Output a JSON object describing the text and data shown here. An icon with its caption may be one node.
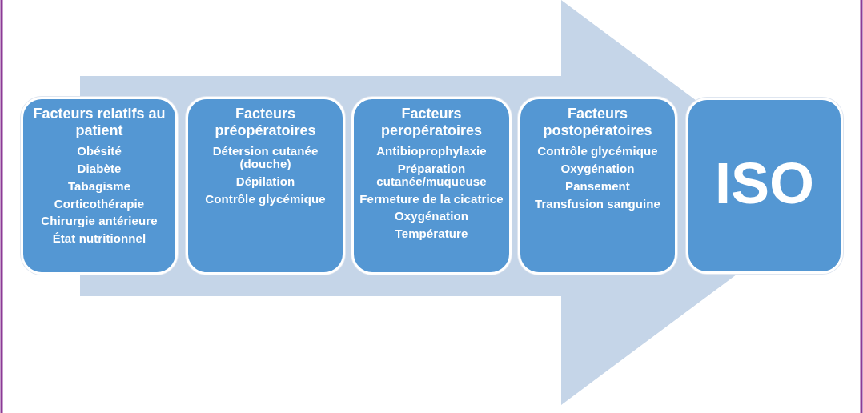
{
  "diagram": {
    "nodes": [
      {
        "text": [
          "Facteurs relatifs au patient",
          "Obésité",
          "Diabète",
          "Tabagisme",
          "Corticothérapie",
          "Chirurgie antérieure",
          "État nutritionnel"
        ]
      },
      {
        "text": [
          "Facteurs préopératoires",
          "Détersion cutanée (douche)",
          "Dépilation",
          "Contrôle glycémique"
        ]
      },
      {
        "text": [
          "Facteurs peropératoires",
          "Antibioprophylaxie",
          "Préparation cutanée/muqueuse",
          "Fermeture de la cicatrice",
          "Oxygénation",
          "Température"
        ]
      },
      {
        "text": [
          "Facteurs postopératoires",
          "Contrôle glycémique",
          "Oxygénation",
          "Pansement",
          "Transfusion sanguine"
        ]
      },
      {
        "text": [
          "ISO"
        ]
      }
    ],
    "edges": [
      {
        "from": 0,
        "to": 4,
        "arrow": "to"
      }
    ]
  }
}
